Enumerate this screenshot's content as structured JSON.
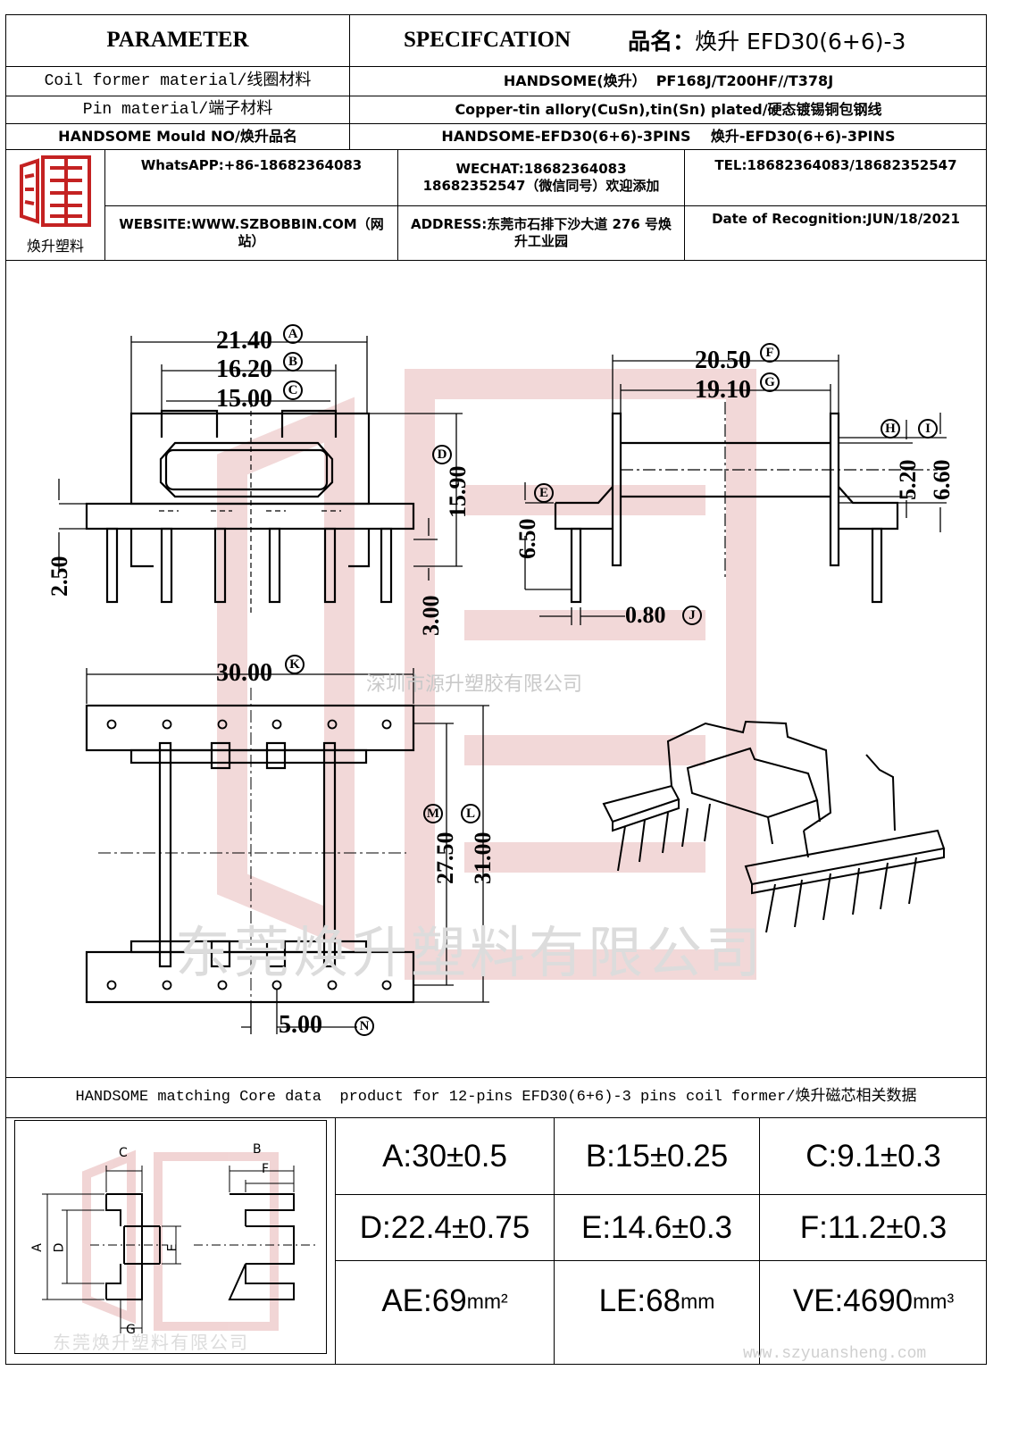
{
  "header": {
    "parameter_label": "PARAMETER",
    "specification_label": "SPECIFCATION",
    "product_name_prefix": "品名：",
    "product_name": "焕升 EFD30(6+6)-3"
  },
  "rows": [
    {
      "label": "Coil former material/线圈材料",
      "value": "HANDSOME(焕升）  PF168J/T200HF//T378J"
    },
    {
      "label": "Pin material/端子材料",
      "value": "Copper-tin allory(CuSn),tin(Sn) plated/硬态镀锡铜包钢线"
    },
    {
      "label": "HANDSOME Mould NO/焕升品名",
      "value": "HANDSOME-EFD30(6+6)-3PINS    焕升-EFD30(6+6)-3PINS"
    }
  ],
  "company": {
    "logo_caption": "焕升塑料",
    "whatsapp": "WhatsAPP:+86-18682364083",
    "wechat": "WECHAT:18682364083 18682352547（微信同号）欢迎添加",
    "tel": "TEL:18682364083/18682352547",
    "website": "WEBSITE:WWW.SZBOBBIN.COM（网站）",
    "address": "ADDRESS:东莞市石排下沙大道 276 号焕升工业园",
    "date": "Date of Recognition:JUN/18/2021"
  },
  "drawing": {
    "dims": {
      "A": "21.40",
      "B": "16.20",
      "C": "15.00",
      "D": "15.90",
      "E": "6.50",
      "F": "20.50",
      "G": "19.10",
      "H": "5.20",
      "I": "6.60",
      "J": "0.80",
      "K": "30.00",
      "L": "31.00",
      "M": "27.50",
      "N": "5.00",
      "left_h": "2.50",
      "pin_len": "3.00"
    },
    "callouts": [
      "A",
      "B",
      "C",
      "D",
      "E",
      "F",
      "G",
      "H",
      "I",
      "J",
      "K",
      "L",
      "M",
      "N"
    ],
    "watermark_top": "深圳市源升塑胶有限公司",
    "watermark_main": "东莞焕升塑料有限公司"
  },
  "core": {
    "title": "HANDSOME matching Core data  product for 12-pins EFD30(6+6)-3 pins coil former/焕升磁芯相关数据",
    "diagram_labels": [
      "A",
      "B",
      "C",
      "D",
      "E",
      "F",
      "G"
    ],
    "diagram_watermark": "东莞焕升塑料有限公司",
    "cells": [
      {
        "text": "A:30±0.5",
        "unit": ""
      },
      {
        "text": "B:15±0.25",
        "unit": ""
      },
      {
        "text": "C:9.1±0.3",
        "unit": ""
      },
      {
        "text": "D:22.4±0.75",
        "unit": ""
      },
      {
        "text": "E:14.6±0.3",
        "unit": ""
      },
      {
        "text": "F:11.2±0.3",
        "unit": ""
      },
      {
        "text": "AE:69",
        "unit": "mm²"
      },
      {
        "text": "LE:68",
        "unit": "mm"
      },
      {
        "text": "VE:4690",
        "unit": "mm³"
      }
    ],
    "website_watermark": "www.szyuansheng.com"
  },
  "colors": {
    "line": "#000000",
    "watermark_red": "#e8b9b9",
    "logo_red": "#c42222"
  }
}
